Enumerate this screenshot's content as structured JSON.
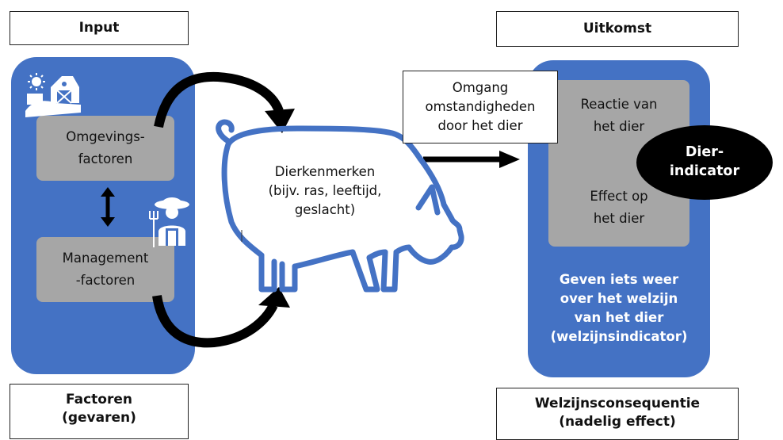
{
  "labels": {
    "input": "Input",
    "outcome": "Uitkomst",
    "factors": "Factoren\n(gevaren)",
    "welfare_consequence": "Welzijnsconsequentie\n(nadelig effect)"
  },
  "input_panel": {
    "environment_factors": "Omgevings-\nfactoren",
    "management_factors": "Management\n-factoren"
  },
  "animal": {
    "traits": "Dierkenmerken\n(bijv. ras,  leeftijd,\ngeslacht)"
  },
  "coping": {
    "text": "Omgang\nomstandigheden\ndoor het dier"
  },
  "outcome_panel": {
    "reaction": "Reactie van\nhet dier",
    "effect": "Effect op\nhet dier",
    "indicator": "Dier-\nindicator",
    "welfare_note": "Geven iets weer\nover het welzijn\nvan het dier\n(welzijnsindicator)"
  },
  "colors": {
    "panel_blue": "#4472c4",
    "box_grey": "#a6a6a6",
    "arrow_black": "#000000"
  },
  "icons": [
    "farm-barn-icon",
    "farmer-icon",
    "pig-outline-icon"
  ]
}
